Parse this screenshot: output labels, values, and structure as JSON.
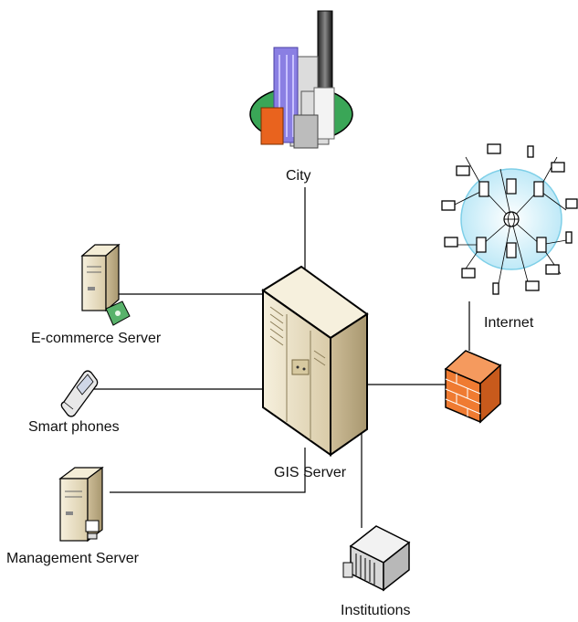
{
  "nodes": {
    "city": {
      "label": "City",
      "icon": "city-buildings-icon"
    },
    "internet": {
      "label": "Internet",
      "icon": "internet-network-icon"
    },
    "ecommerce": {
      "label": "E-commerce Server",
      "icon": "server-tower-icon"
    },
    "phones": {
      "label": "Smart phones",
      "icon": "smartphone-icon"
    },
    "gis": {
      "label": "GIS Server",
      "icon": "mainframe-server-icon"
    },
    "management": {
      "label": "Management Server",
      "icon": "server-tower-icon"
    },
    "institutions": {
      "label": "Institutions",
      "icon": "building-icon"
    },
    "firewall": {
      "label": "",
      "icon": "firewall-icon"
    }
  },
  "colors": {
    "line": "#000000",
    "server_body": "#efe6cc",
    "firewall": "#f07c33",
    "network_bubble": "#d6f2fb",
    "city_ground": "#3aa657"
  }
}
